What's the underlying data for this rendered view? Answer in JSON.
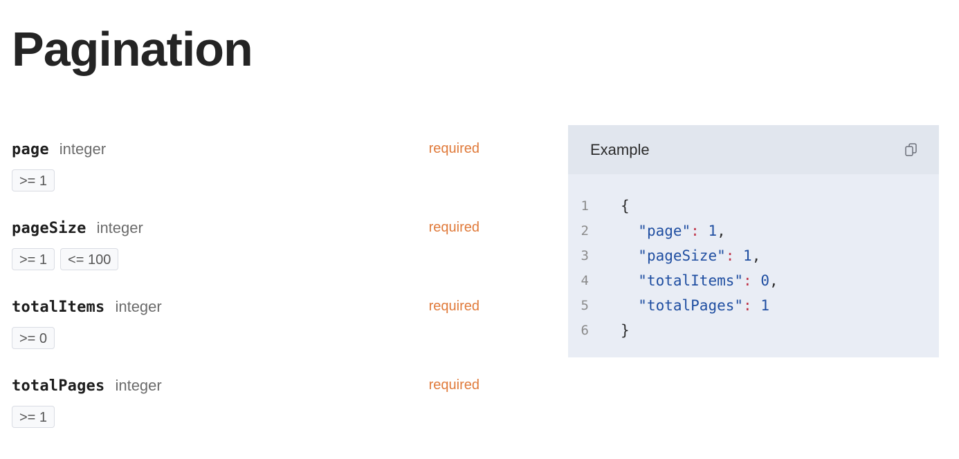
{
  "page": {
    "title": "Pagination"
  },
  "fields": [
    {
      "name": "page",
      "type": "integer",
      "required_label": "required",
      "constraints": [
        ">= 1"
      ]
    },
    {
      "name": "pageSize",
      "type": "integer",
      "required_label": "required",
      "constraints": [
        ">= 1",
        "<= 100"
      ]
    },
    {
      "name": "totalItems",
      "type": "integer",
      "required_label": "required",
      "constraints": [
        ">= 0"
      ]
    },
    {
      "name": "totalPages",
      "type": "integer",
      "required_label": "required",
      "constraints": [
        ">= 1"
      ]
    }
  ],
  "example": {
    "title": "Example",
    "copy_icon": "copy-icon",
    "lines": [
      {
        "num": "1",
        "indent": "",
        "open": "{",
        "key": "",
        "colon": "",
        "value": "",
        "comma": "",
        "close": ""
      },
      {
        "num": "2",
        "indent": "  ",
        "open": "",
        "key": "\"page\"",
        "colon": ":",
        "value": " 1",
        "comma": ",",
        "close": ""
      },
      {
        "num": "3",
        "indent": "  ",
        "open": "",
        "key": "\"pageSize\"",
        "colon": ":",
        "value": " 1",
        "comma": ",",
        "close": ""
      },
      {
        "num": "4",
        "indent": "  ",
        "open": "",
        "key": "\"totalItems\"",
        "colon": ":",
        "value": " 0",
        "comma": ",",
        "close": ""
      },
      {
        "num": "5",
        "indent": "  ",
        "open": "",
        "key": "\"totalPages\"",
        "colon": ":",
        "value": " 1",
        "comma": "",
        "close": ""
      },
      {
        "num": "6",
        "indent": "",
        "open": "",
        "key": "",
        "colon": "",
        "value": "",
        "comma": "",
        "close": "}"
      }
    ]
  },
  "colors": {
    "required": "#e07a3a",
    "json_key": "#1f4ea1",
    "json_colon": "#c0364a",
    "panel_bg": "#e9edf5",
    "panel_header_bg": "#e1e6ee"
  }
}
